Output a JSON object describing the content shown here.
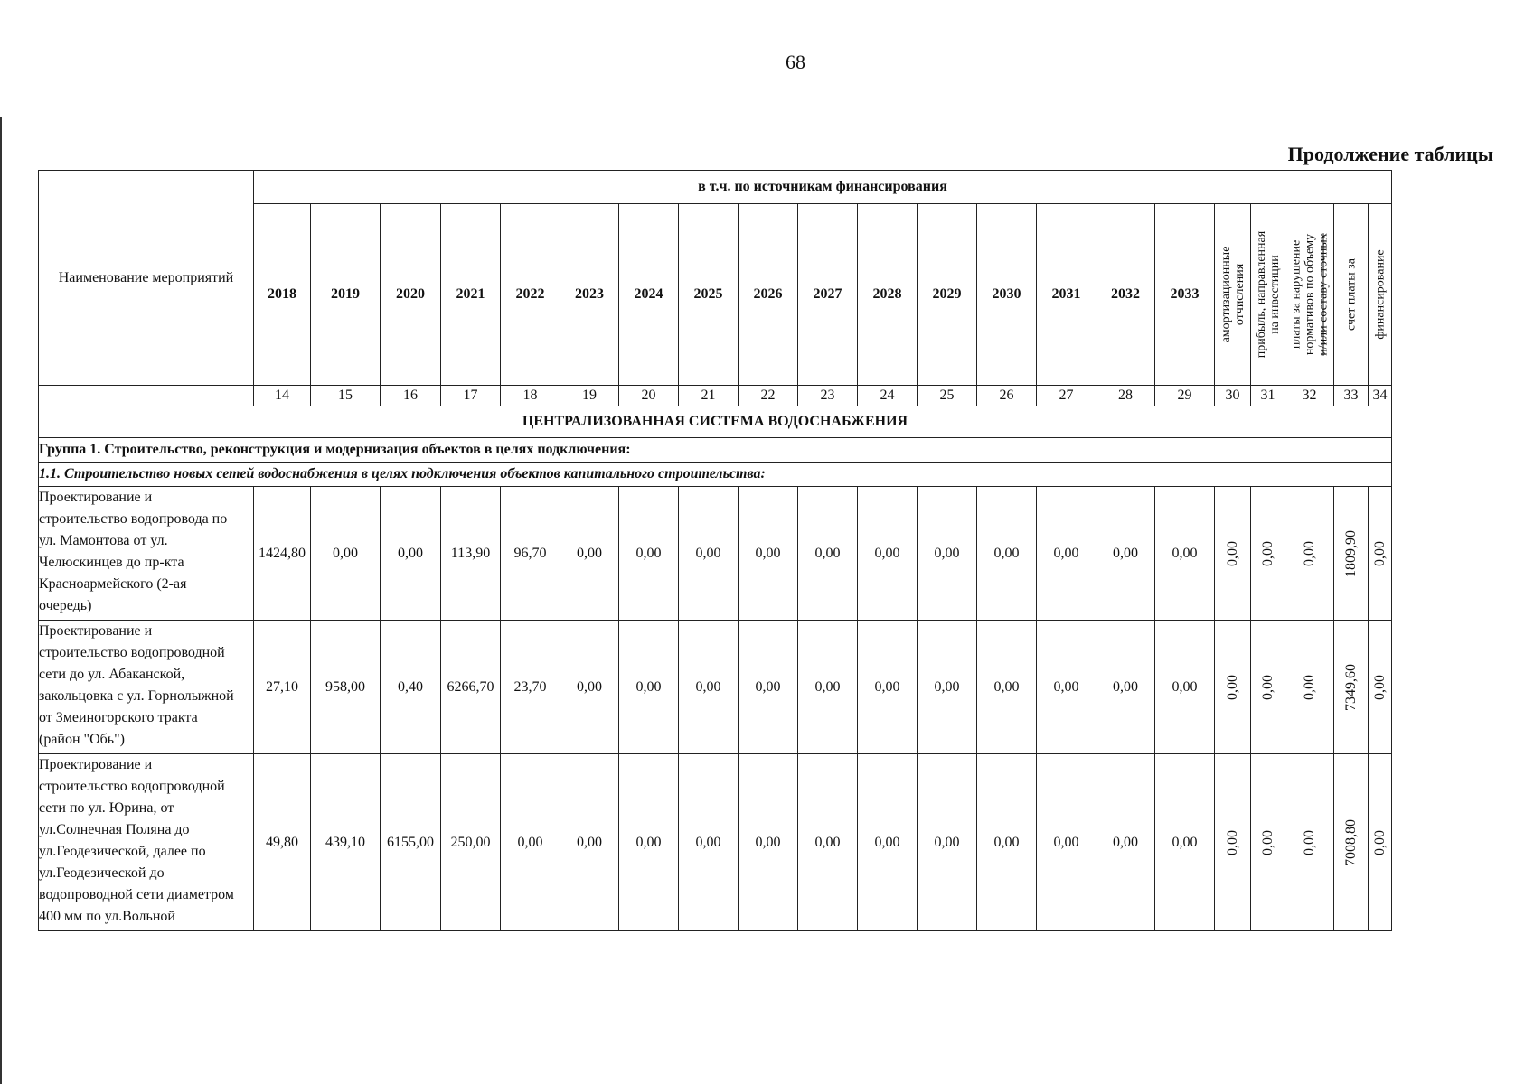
{
  "page_number": "68",
  "continuation_label": "Продолжение таблицы",
  "table": {
    "band_label": "в т.ч. по источникам финансирования",
    "name_header": "Наименование мероприятий",
    "years": [
      "2018",
      "2019",
      "2020",
      "2021",
      "2022",
      "2023",
      "2024",
      "2025",
      "2026",
      "2027",
      "2028",
      "2029",
      "2030",
      "2031",
      "2032",
      "2033"
    ],
    "source_headers": [
      [
        "амортизационные",
        "отчисления"
      ],
      [
        "прибыль, направленная",
        "на инвестиции"
      ],
      [
        "платы за нарушение",
        "нормативов по объему",
        "и/или составу сточных"
      ],
      [
        "счет платы за"
      ],
      [
        "финансирование"
      ]
    ],
    "column_numbers": [
      "14",
      "15",
      "16",
      "17",
      "18",
      "19",
      "20",
      "21",
      "22",
      "23",
      "24",
      "25",
      "26",
      "27",
      "28",
      "29",
      "30",
      "31",
      "32",
      "33",
      "34"
    ],
    "section_title": "ЦЕНТРАЛИЗОВАННАЯ СИСТЕМА ВОДОСНАБЖЕНИЯ",
    "group_title": "Группа 1. Строительство, реконструкция и модернизация объектов в целях подключения:",
    "subgroup_title": "1.1. Строительство новых сетей водоснабжения в целях подключения объектов капитального строительства:",
    "rows": [
      {
        "name": [
          "Проектирование и",
          "строительство водопровода по",
          "ул. Мамонтова от ул.",
          "Челюскинцев до пр-кта",
          "Красноармейского (2-ая",
          "очередь)"
        ],
        "years": [
          "1424,80",
          "0,00",
          "0,00",
          "113,90",
          "96,70",
          "0,00",
          "0,00",
          "0,00",
          "0,00",
          "0,00",
          "0,00",
          "0,00",
          "0,00",
          "0,00",
          "0,00",
          "0,00"
        ],
        "sources": [
          "0,00",
          "0,00",
          "0,00",
          "1809,90",
          "0,00"
        ]
      },
      {
        "name": [
          "Проектирование и",
          "строительство водопроводной",
          "сети до ул. Абаканской,",
          "закольцовка с ул. Горнолыжной",
          "от Змеиногорского тракта",
          "(район \"Обь\")"
        ],
        "years": [
          "27,10",
          "958,00",
          "0,40",
          "6266,70",
          "23,70",
          "0,00",
          "0,00",
          "0,00",
          "0,00",
          "0,00",
          "0,00",
          "0,00",
          "0,00",
          "0,00",
          "0,00",
          "0,00"
        ],
        "sources": [
          "0,00",
          "0,00",
          "0,00",
          "7349,60",
          "0,00"
        ]
      },
      {
        "name": [
          "Проектирование и",
          "строительство водопроводной",
          "сети по ул. Юрина, от",
          "ул.Солнечная Поляна до",
          "ул.Геодезической,  далее по",
          "ул.Геодезической до",
          "водопроводной сети диаметром",
          "400 мм по ул.Вольной"
        ],
        "years": [
          "49,80",
          "439,10",
          "6155,00",
          "250,00",
          "0,00",
          "0,00",
          "0,00",
          "0,00",
          "0,00",
          "0,00",
          "0,00",
          "0,00",
          "0,00",
          "0,00",
          "0,00",
          "0,00"
        ],
        "sources": [
          "0,00",
          "0,00",
          "0,00",
          "7008,80",
          "0,00"
        ]
      }
    ]
  }
}
